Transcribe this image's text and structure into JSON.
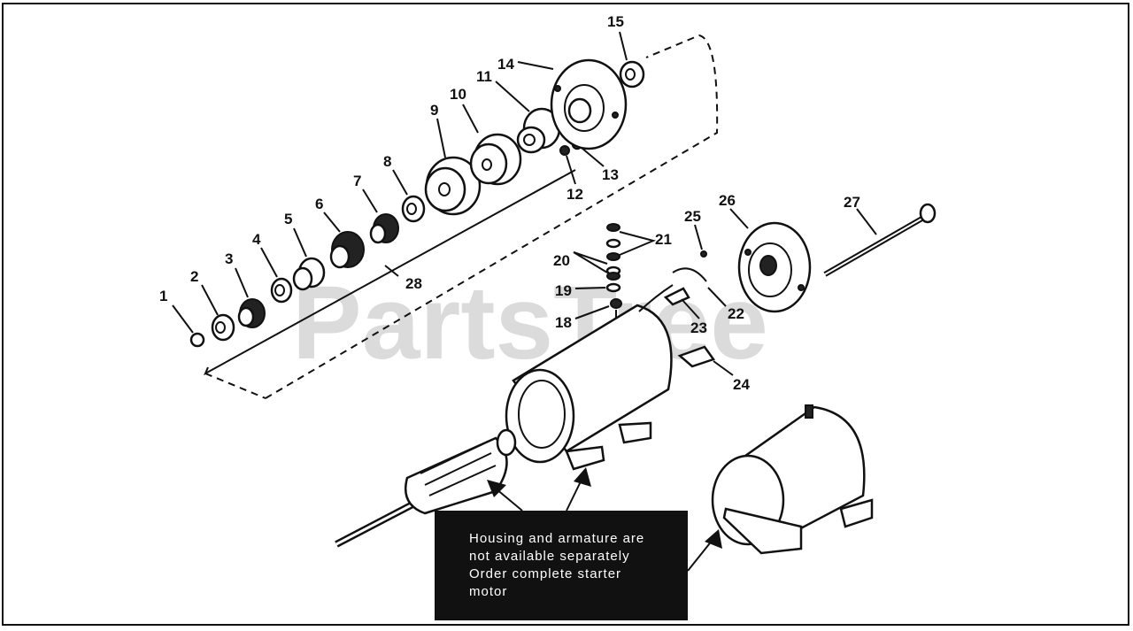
{
  "watermark": "PartsTree",
  "note": {
    "line1": "Housing and armature are",
    "line2": "not available separately",
    "line3": "Order complete starter",
    "line4": "motor"
  },
  "callouts": [
    "1",
    "2",
    "3",
    "4",
    "5",
    "6",
    "7",
    "8",
    "9",
    "10",
    "11",
    "12",
    "13",
    "14",
    "15",
    "18",
    "19",
    "20",
    "21",
    "22",
    "23",
    "24",
    "25",
    "26",
    "27",
    "28"
  ]
}
